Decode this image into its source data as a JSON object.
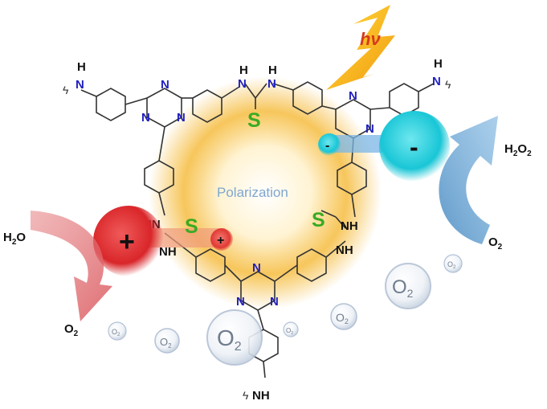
{
  "energy_label": "hν",
  "center_label": "Polarization",
  "charges": {
    "plus": "+",
    "minus": "-"
  },
  "atoms": {
    "sulfur": "S",
    "nitrogen": "N",
    "nh": "NH",
    "hn": "HN",
    "hydrogen": "H",
    "bond_cut": "ϟ"
  },
  "molecules": {
    "water": {
      "main": "H",
      "sub": "2",
      "tail": "O"
    },
    "oxygen": {
      "main": "O",
      "sub": "2"
    },
    "hydrogen_peroxide": {
      "main1": "H",
      "sub1": "2",
      "main2": "O",
      "sub2": "2"
    }
  },
  "colors": {
    "sulfur": "#3aaa24",
    "nitrogen": "#1f1fbf",
    "glow": "#f6c04a",
    "plus_ball": "#d9262a",
    "minus_ball": "#19c6d6",
    "oxidation_arrow": "#d96b6d",
    "reduction_arrow": "#5e9cca",
    "polarization_text": "#7fa6cf",
    "lightning": "#f2b014",
    "hv_text": "#d53a1b"
  }
}
